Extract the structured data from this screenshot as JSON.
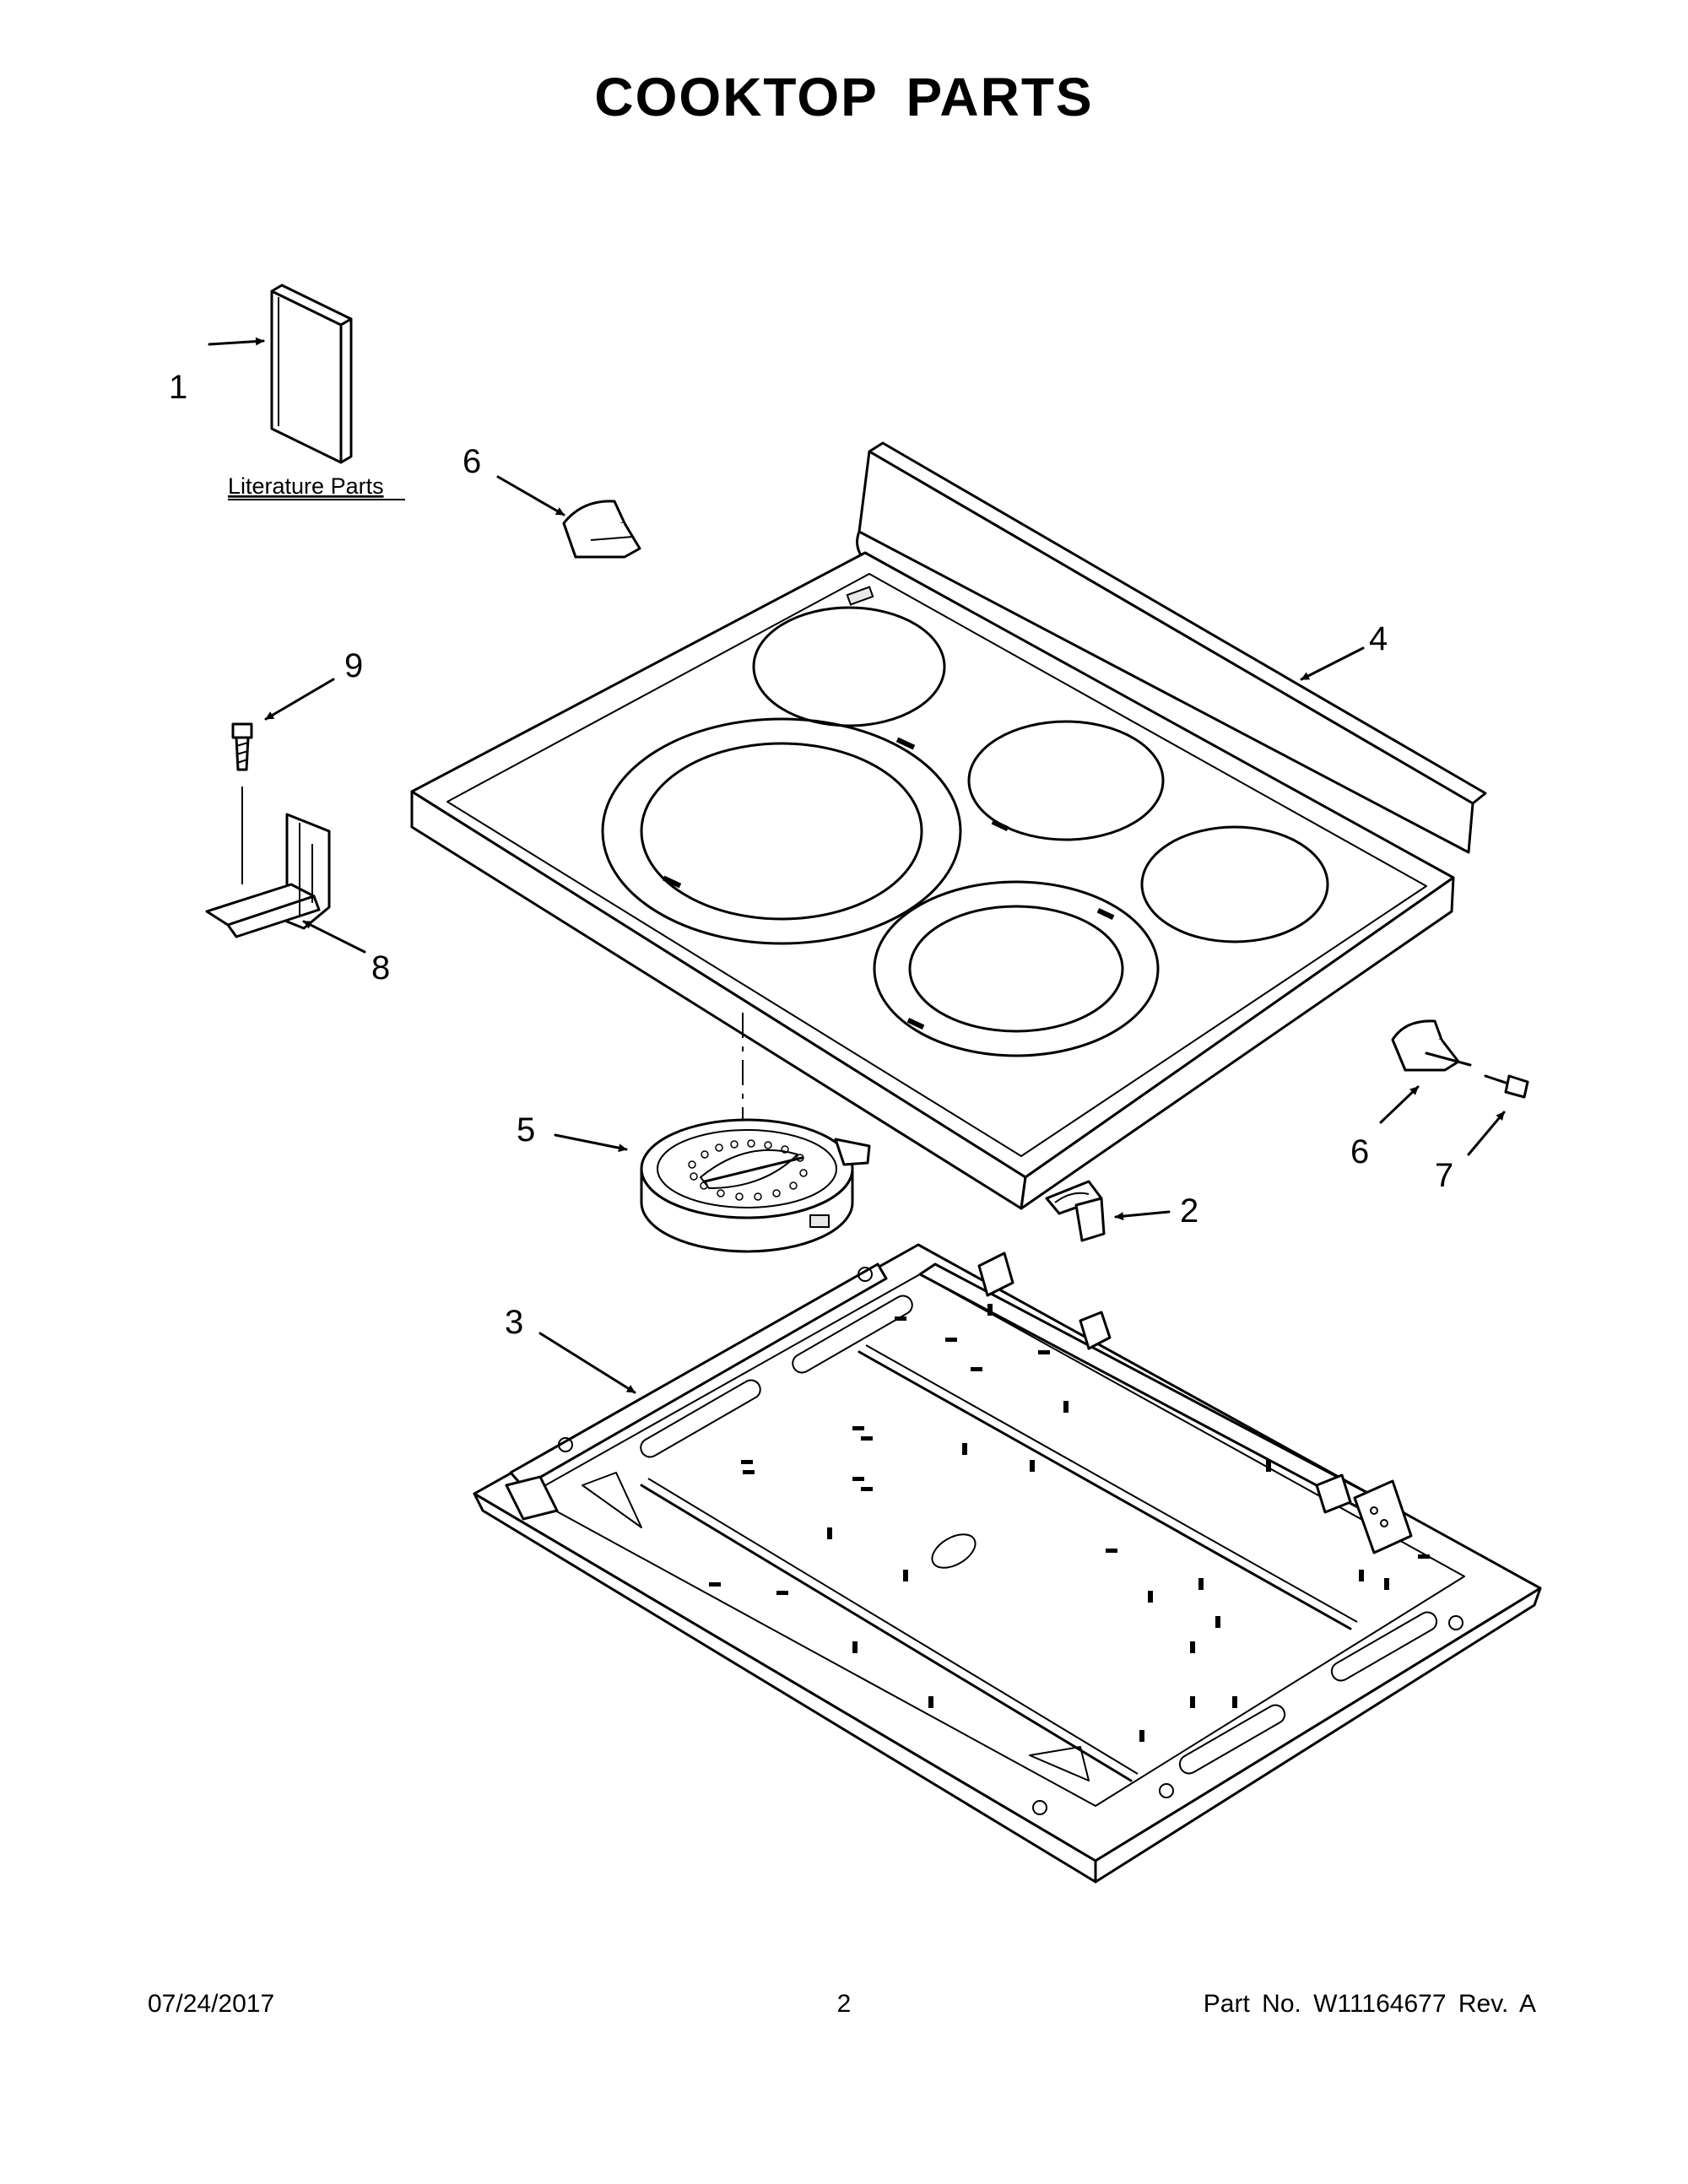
{
  "title": "COOKTOP PARTS",
  "literature_label": "Literature Parts",
  "callouts": {
    "c1": "1",
    "c2": "2",
    "c3": "3",
    "c4": "4",
    "c5": "5",
    "c6a": "6",
    "c6b": "6",
    "c7": "7",
    "c8": "8",
    "c9": "9"
  },
  "footer": {
    "date": "07/24/2017",
    "page": "2",
    "part_no": "Part No.  W11164677  Rev.  A"
  }
}
